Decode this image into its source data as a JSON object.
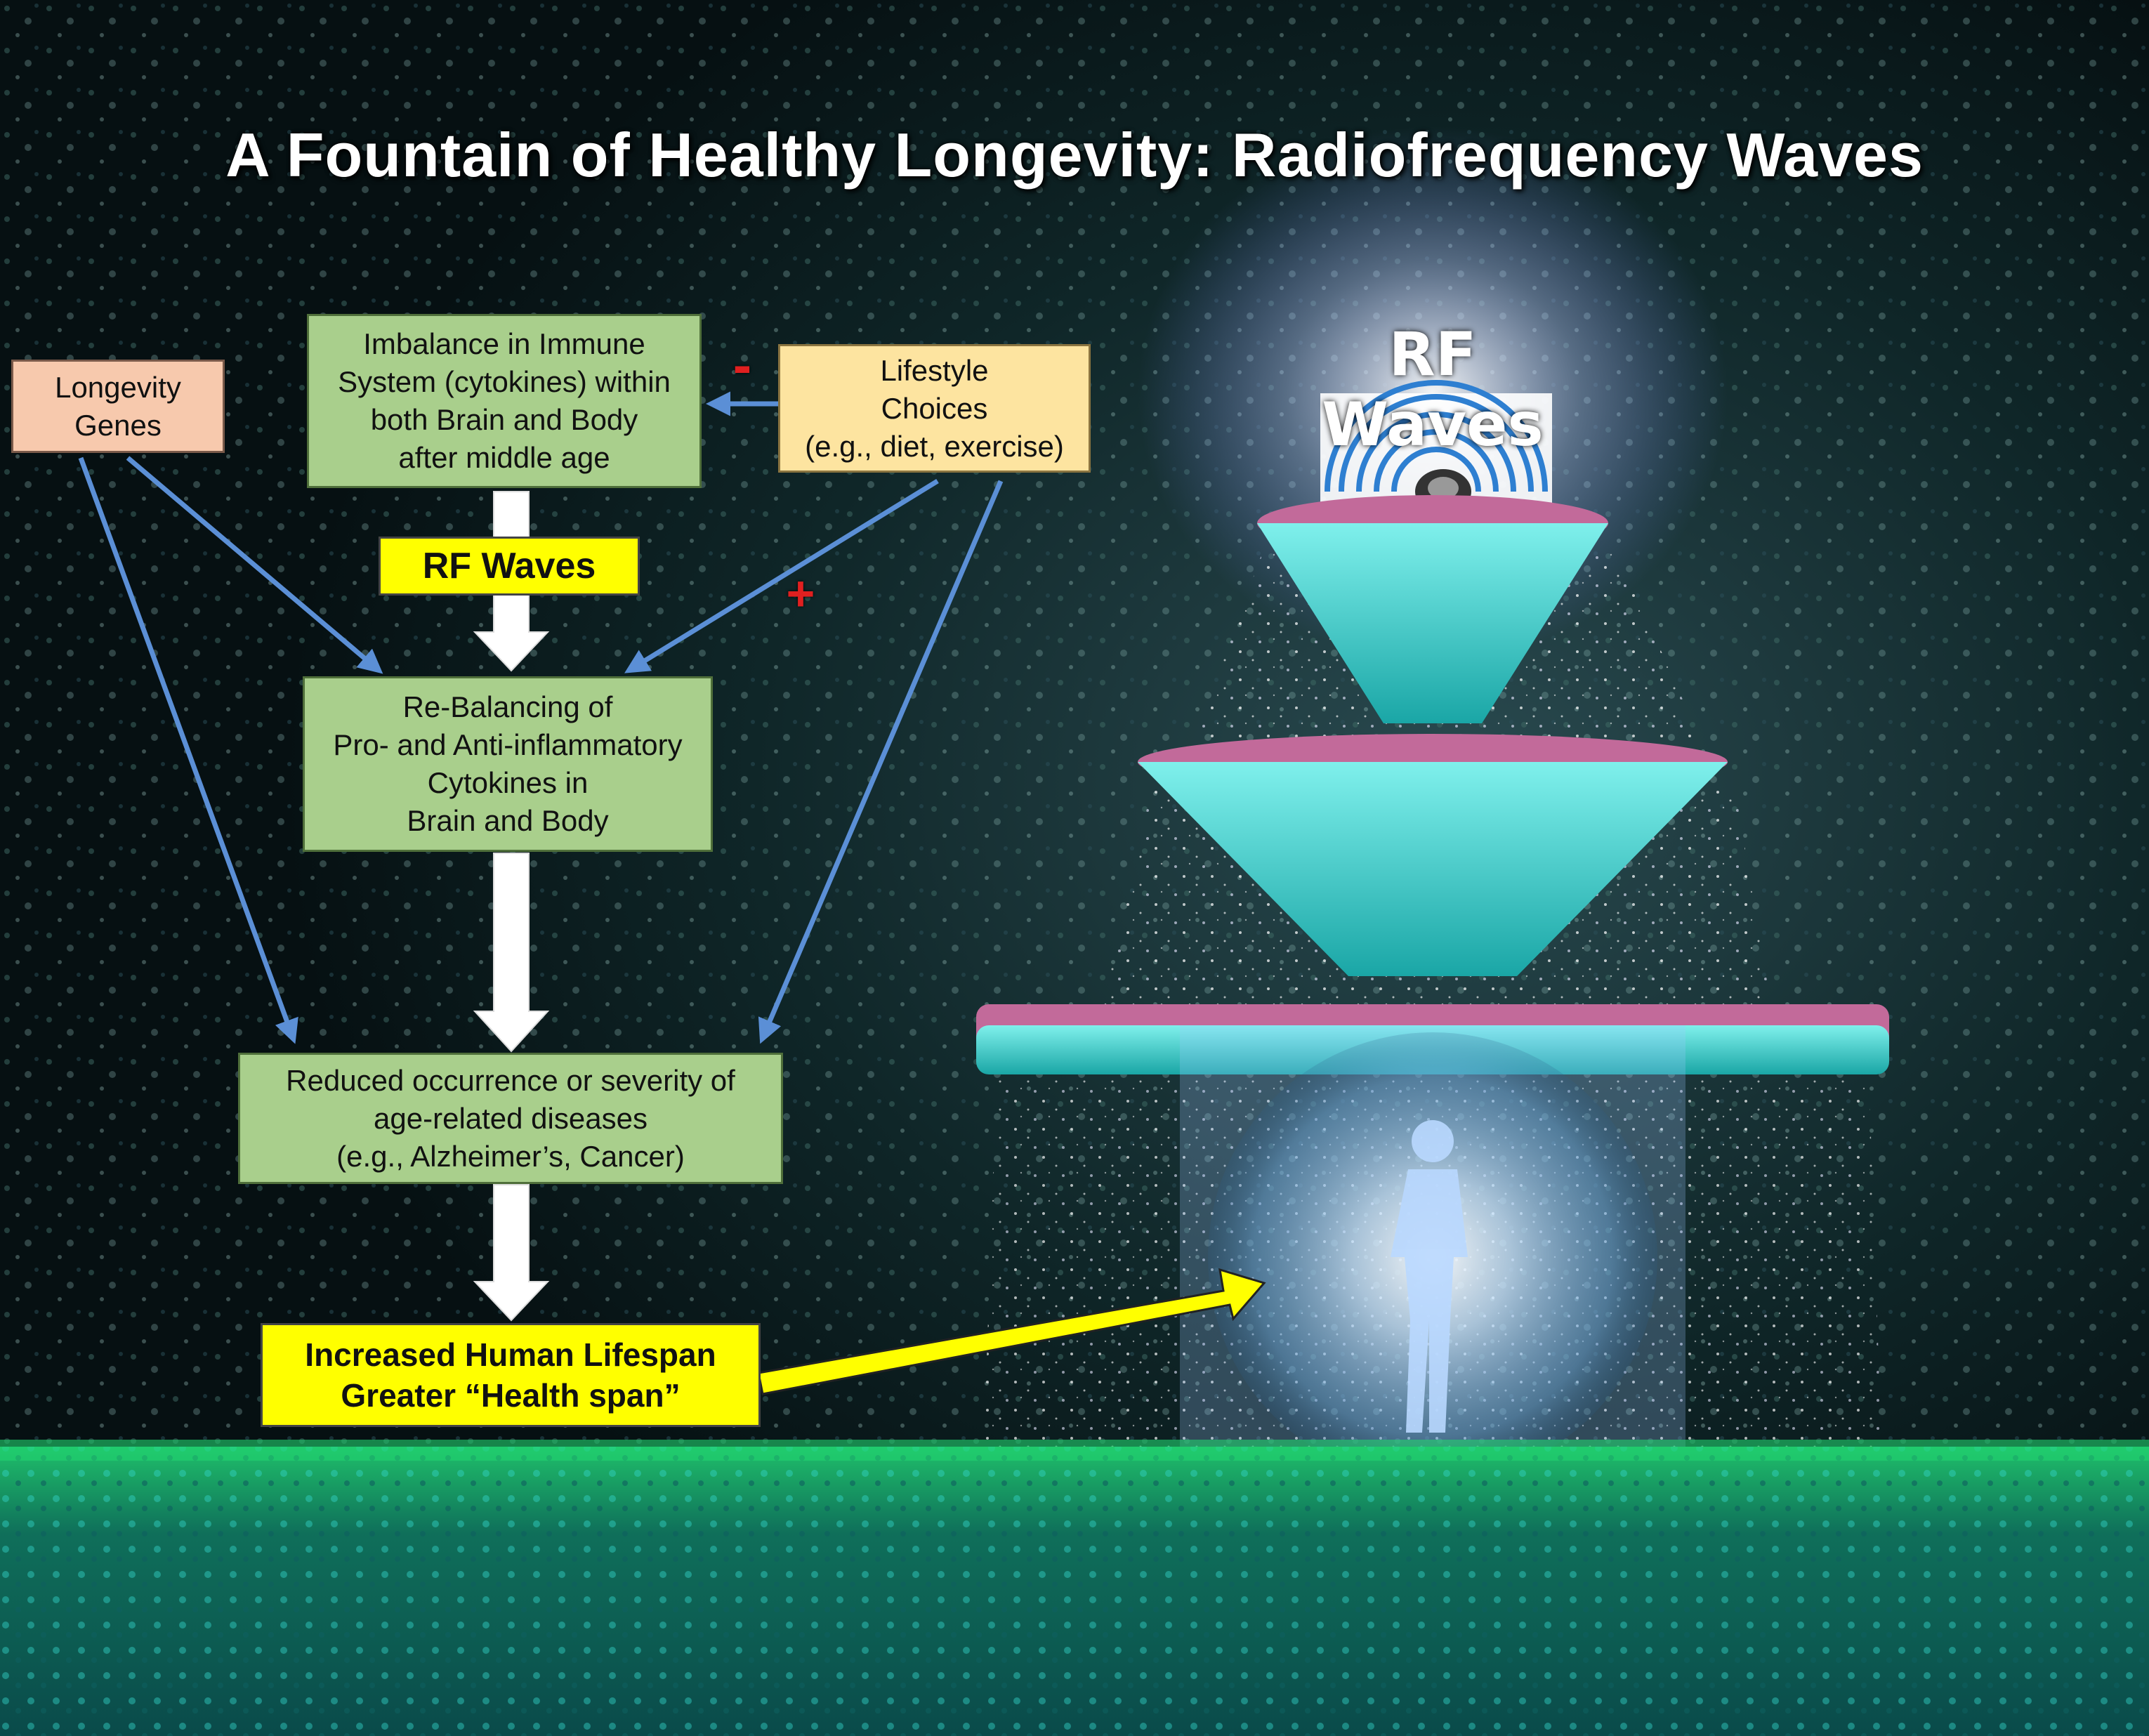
{
  "title": "A Fountain of Healthy Longevity: Radiofrequency Waves",
  "fountain_label": "RF Waves",
  "nodes": {
    "longevity_genes": "Longevity\nGenes",
    "immune_imbalance": "Imbalance in Immune\nSystem (cytokines) within\nboth Brain and Body\nafter middle age",
    "lifestyle": "Lifestyle\nChoices\n(e.g., diet, exercise)",
    "rf_waves": "RF Waves",
    "rebalancing": "Re-Balancing of\nPro- and Anti-inflammatory\nCytokines in\nBrain and Body",
    "reduced_disease": "Reduced occurrence or severity of\nage-related diseases\n(e.g., Alzheimer’s, Cancer)",
    "lifespan": "Increased Human Lifespan\nGreater “Health span”"
  },
  "signs": {
    "minus": "-",
    "plus": "+"
  },
  "colors": {
    "green_box": "#a9cf8c",
    "peach_box": "#f7c9ad",
    "tan_box": "#fde4a0",
    "highlight": "#ffff00",
    "connector": "#5b8fd6",
    "sign": "#e02020"
  }
}
